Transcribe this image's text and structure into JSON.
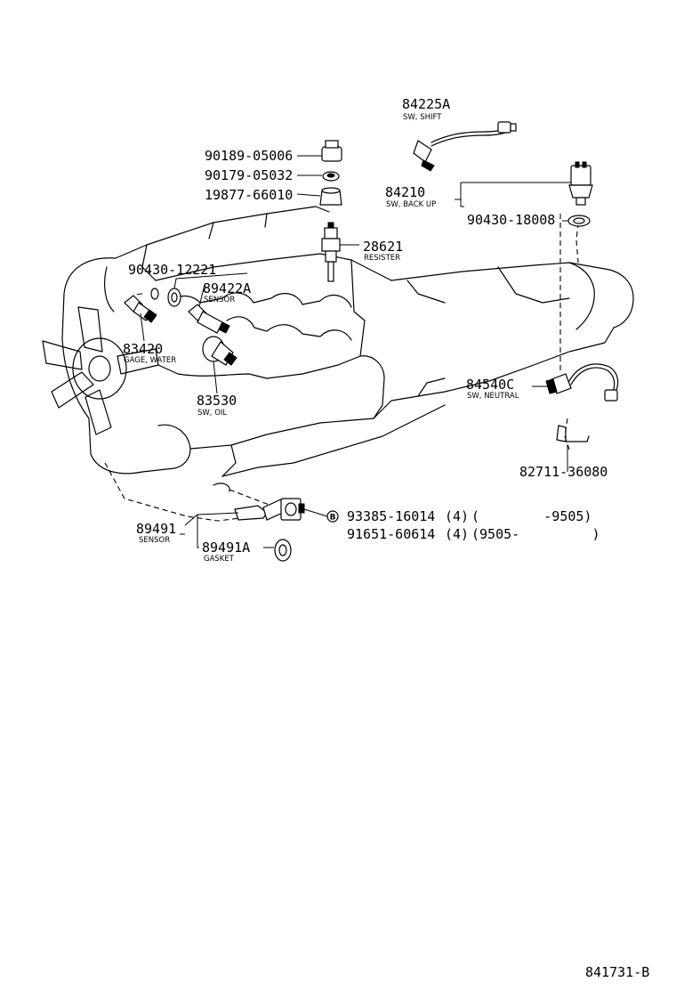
{
  "labels": {
    "p84225a": "84225A",
    "c84225a": "SW, SHIFT",
    "p90189": "90189-05006",
    "p90179": "90179-05032",
    "p19877": "19877-66010",
    "p84210": "84210",
    "c84210": "SW, BACK UP",
    "p90430_18008": "90430-18008",
    "p28621": "28621",
    "c28621": "RESISTER",
    "p90430_12221": "90430-12221",
    "p89422a": "89422A",
    "c89422a": "SENSOR",
    "p83420": "83420",
    "c83420": "GAGE, WATER",
    "p83530": "83530",
    "c83530": "SW, OIL",
    "p84540c": "84540C",
    "c84540c": "SW, NEUTRAL",
    "p82711": "82711-36080",
    "p89491": "89491",
    "c89491": "SENSOR",
    "p89491a": "89491A",
    "c89491a": "GASKET",
    "circle_b": "B",
    "p93385": "93385-16014",
    "q93385": "(4)",
    "r93385": "(        -9505)",
    "p91651": "91651-60614",
    "q91651": "(4)",
    "r91651": "(9505-         )",
    "footer": "841731-B"
  }
}
